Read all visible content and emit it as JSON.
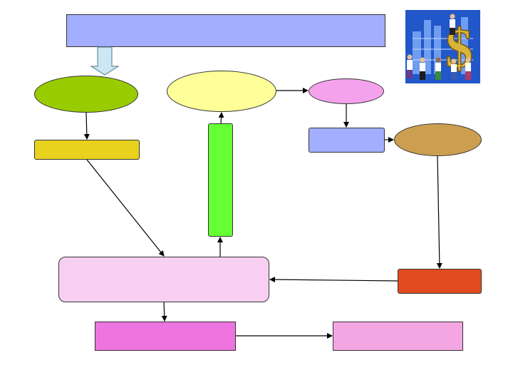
{
  "diagram": {
    "nodes": [
      {
        "id": "title-banner",
        "shape": "rect",
        "color": "#a3aefe",
        "label": ""
      },
      {
        "id": "green-ellipse",
        "shape": "ellipse",
        "color": "#99cc00",
        "label": ""
      },
      {
        "id": "yellow-ellipse",
        "shape": "ellipse",
        "color": "#ffff99",
        "label": ""
      },
      {
        "id": "pink-ellipse",
        "shape": "ellipse",
        "color": "#f4a2ec",
        "label": ""
      },
      {
        "id": "tan-ellipse",
        "shape": "ellipse",
        "color": "#cc9e50",
        "label": ""
      },
      {
        "id": "yellow-box",
        "shape": "rect",
        "color": "#e8d21e",
        "label": ""
      },
      {
        "id": "green-bar",
        "shape": "rect",
        "color": "#66ff33",
        "label": ""
      },
      {
        "id": "blue-box",
        "shape": "rect",
        "color": "#a3aefe",
        "label": ""
      },
      {
        "id": "center-box",
        "shape": "rect",
        "color": "#f8d0f2",
        "label": ""
      },
      {
        "id": "red-box",
        "shape": "rect",
        "color": "#e04c1e",
        "label": ""
      },
      {
        "id": "magenta-box",
        "shape": "rect",
        "color": "#ee74e0",
        "label": ""
      },
      {
        "id": "light-pink-box",
        "shape": "rect",
        "color": "#f4a6e2",
        "label": ""
      }
    ],
    "edges": [
      {
        "from": "title-banner",
        "to": "green-ellipse",
        "style": "block-arrow"
      },
      {
        "from": "green-ellipse",
        "to": "yellow-box"
      },
      {
        "from": "yellow-box",
        "to": "center-box"
      },
      {
        "from": "center-box",
        "to": "green-bar"
      },
      {
        "from": "green-bar",
        "to": "yellow-ellipse"
      },
      {
        "from": "yellow-ellipse",
        "to": "pink-ellipse"
      },
      {
        "from": "pink-ellipse",
        "to": "blue-box"
      },
      {
        "from": "blue-box",
        "to": "tan-ellipse"
      },
      {
        "from": "tan-ellipse",
        "to": "red-box"
      },
      {
        "from": "red-box",
        "to": "center-box"
      },
      {
        "from": "center-box",
        "to": "magenta-box"
      },
      {
        "from": "magenta-box",
        "to": "light-pink-box"
      }
    ],
    "clipart": {
      "name": "business-people-dollar-clipart"
    }
  }
}
